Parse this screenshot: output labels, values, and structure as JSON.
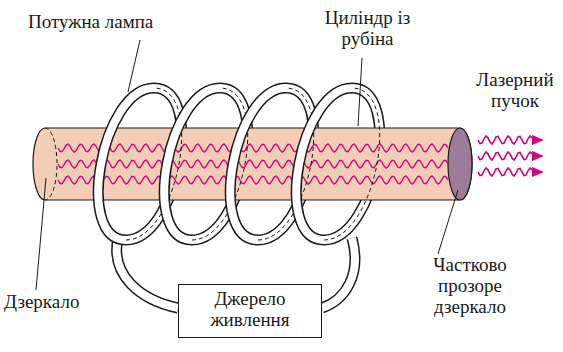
{
  "diagram": {
    "nodes": [
      {
        "text": [
          "Джерело живлення"
        ]
      }
    ],
    "edges": [],
    "labels": [
      "Потужна лампа",
      "Циліндр із рубіна",
      "Лазерний пучок",
      "Частково прозоре дзеркало",
      "Дзеркало"
    ]
  }
}
